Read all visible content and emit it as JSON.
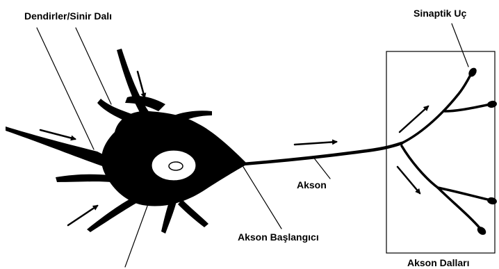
{
  "labels": {
    "dendrites": "Dendirler/Sinir Dalı",
    "synaptic_terminal": "Sinaptik Uç",
    "axon": "Akson",
    "axon_hillock": "Akson Başlangıcı",
    "axon_branches": "Akson Dalları"
  },
  "colors": {
    "ink": "#000000",
    "background": "#ffffff",
    "nucleus_fill": "#ffffff"
  }
}
